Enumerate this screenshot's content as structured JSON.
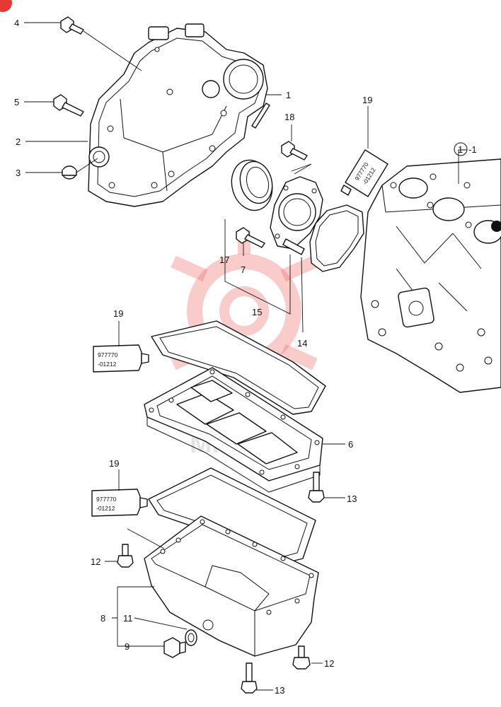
{
  "accent_color": "#e53935",
  "watermark_color": "#ef6b6b",
  "watermark_text": "MITEX",
  "callouts": {
    "c1": "1",
    "c2": "2",
    "c3": "3",
    "c4": "4",
    "c5": "5",
    "c6": "6",
    "c7": "7",
    "c8": "8",
    "c9": "9",
    "c11": "11",
    "c12a": "12",
    "c12b": "12",
    "c13a": "13",
    "c13b": "13",
    "c14": "14",
    "c15": "15",
    "c17": "17",
    "c18": "18",
    "c19a": "19",
    "c19b": "19",
    "c19c": "19",
    "circled_ref": "1",
    "circled_suffix": "-1"
  },
  "sealant_tube": {
    "line1": "977770",
    "line2": "-01212"
  }
}
